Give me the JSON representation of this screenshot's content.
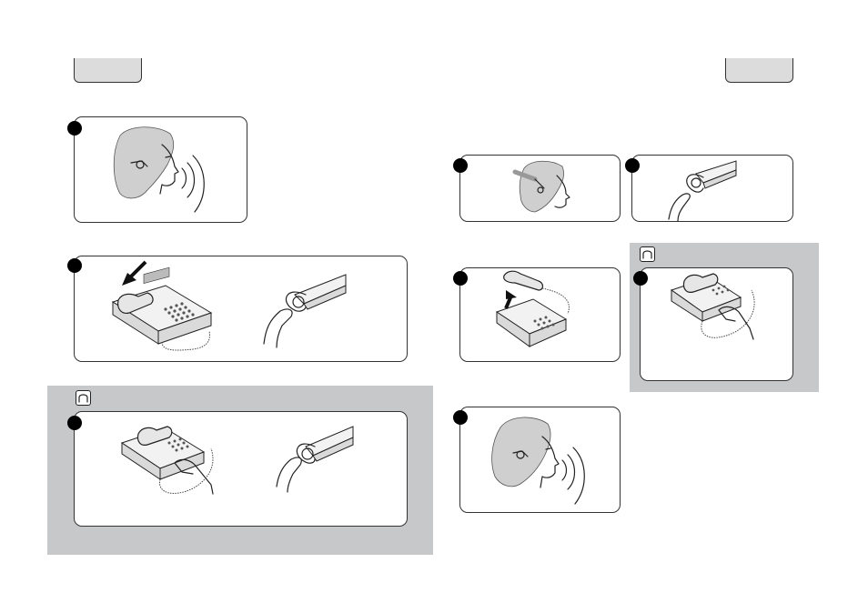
{
  "page": {
    "left_tab": "",
    "right_tab": ""
  },
  "steps_left": [
    {
      "id": "talk",
      "marker": ""
    },
    {
      "id": "hang-up",
      "marker": ""
    },
    {
      "id": "headset-mode-end",
      "marker": ""
    }
  ],
  "steps_right": [
    {
      "id": "wear-headset",
      "marker": ""
    },
    {
      "id": "press-button",
      "marker": ""
    },
    {
      "id": "lift-handset",
      "marker": ""
    },
    {
      "id": "headset-mode-press",
      "marker": ""
    },
    {
      "id": "talk-right",
      "marker": ""
    }
  ],
  "icons": {
    "headset_mode": "headset-icon",
    "step_marker": "filled-circle"
  },
  "colors": {
    "shaded_section": "#c6c8ca",
    "outline": "#333333",
    "tab_fill": "#dcdcdc"
  }
}
